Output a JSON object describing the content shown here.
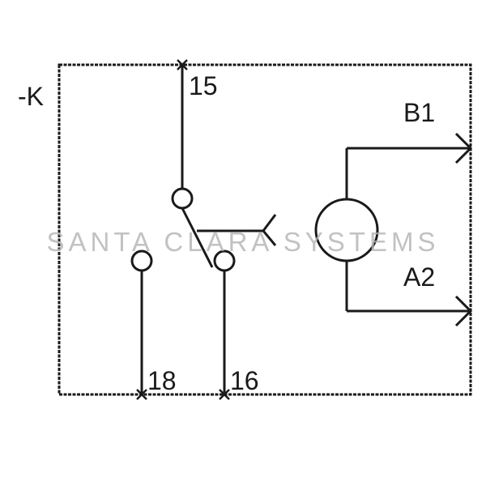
{
  "device_label": "-K",
  "terminals": {
    "common": "15",
    "nc": "18",
    "no": "16",
    "coil_top": "B1",
    "coil_bottom": "A2"
  },
  "watermark": "SANTA CLARA SYSTEMS",
  "colors": {
    "line": "#1a1a1a",
    "watermark": "#b3b3b3",
    "background": "#ffffff"
  }
}
